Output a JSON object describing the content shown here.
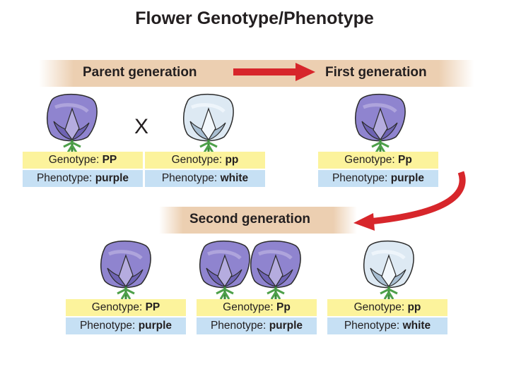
{
  "title": "Flower Genotype/Phenotype",
  "generations": {
    "parent": "Parent generation",
    "first": "First generation",
    "second": "Second generation"
  },
  "cross_symbol": "X",
  "labels": {
    "genotype_prefix": "Genotype:",
    "phenotype_prefix": "Phenotype:"
  },
  "flowers": [
    {
      "id": "parent-1",
      "genotype": "PP",
      "phenotype": "purple",
      "color": "purple"
    },
    {
      "id": "parent-2",
      "genotype": "pp",
      "phenotype": "white",
      "color": "white"
    },
    {
      "id": "first-1",
      "genotype": "Pp",
      "phenotype": "purple",
      "color": "purple"
    },
    {
      "id": "second-1",
      "genotype": "PP",
      "phenotype": "purple",
      "color": "purple"
    },
    {
      "id": "second-2",
      "genotype": "Pp",
      "phenotype": "purple",
      "color": "purple"
    },
    {
      "id": "second-3",
      "genotype": "pp",
      "phenotype": "white",
      "color": "white"
    }
  ],
  "colors": {
    "purple_flower": "#8f84cf",
    "white_flower": "#dde9f3",
    "arrow": "#d7262b",
    "band": "#e9c9a8",
    "genotype_bg": "#fcf39c",
    "phenotype_bg": "#c6e0f4"
  }
}
